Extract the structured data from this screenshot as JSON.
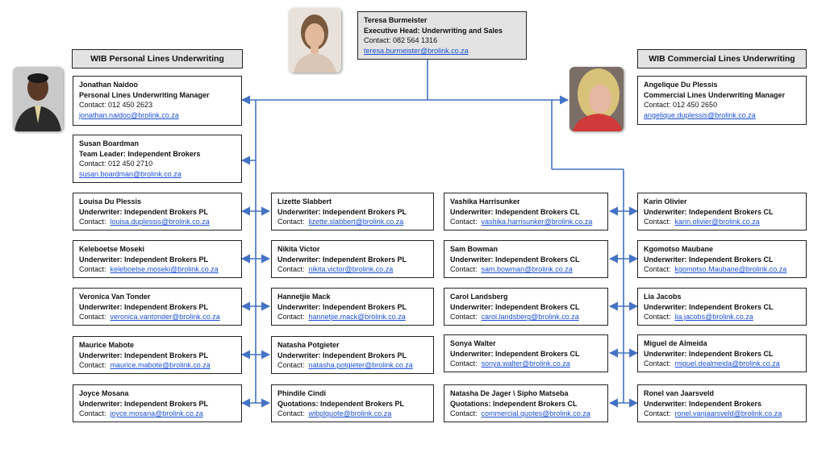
{
  "headers": {
    "personal": "WIB Personal Lines Underwriting",
    "commercial": "WIB Commercial Lines Underwriting"
  },
  "exec": {
    "name": "Teresa Burmeister",
    "title": "Executive Head:  Underwriting and Sales",
    "contact": "Contact:  082 564 1316",
    "email": "teresa.burmeister@brolink.co.za"
  },
  "colors": {
    "accent": "#4472c4",
    "link": "#1a4fd6",
    "header_bg": "#e3e3e3"
  },
  "photos": {
    "exec": "portrait-woman-icon",
    "personal_manager": "portrait-man-icon",
    "commercial_manager": "portrait-woman-blonde-icon"
  },
  "personal_managers": [
    {
      "name": "Jonathan Naidoo",
      "role": "Personal Lines Underwriting Manager",
      "contact": "Contact:  012 450 2623",
      "email": "jonathan.naidoo@brolink.co.za"
    },
    {
      "name": "Susan Boardman",
      "role": "Team Leader: Independent Brokers",
      "contact": "Contact:  012 450 2710",
      "email": "susan.boardman@brolink.co.za"
    }
  ],
  "commercial_manager": {
    "name": "Angelique Du Plessis",
    "role": "Commercial Lines Underwriting Manager",
    "contact": "Contact:  012 450 2650",
    "email": "angelique.duplessis@brolink.co.za"
  },
  "personal_col1": [
    {
      "name": "Louisa Du Plessis",
      "role": "Underwriter: Independent Brokers PL",
      "contact_label": "Contact:",
      "email": "louisa.duplessis@brolink.co.za"
    },
    {
      "name": "Keleboetse Moseki",
      "role": "Underwriter: Independent Brokers PL",
      "contact_label": "Contact:",
      "email": "keleboetse.moseki@brolink.co.za"
    },
    {
      "name": "Veronica Van Tonder",
      "role": "Underwriter: Independent Brokers PL",
      "contact_label": "Contact:",
      "email": "veronica.vantonder@brolink.co.za"
    },
    {
      "name": "Maurice Mabote",
      "role": "Underwriter: Independent Brokers PL",
      "contact_label": "Contact:",
      "email": "maurice.mabote@brolink.co.za"
    },
    {
      "name": "Joyce Mosana",
      "role": "Underwriter: Independent Brokers PL",
      "contact_label": "Contact:",
      "email": "joyce.mosana@brolink.co.za"
    }
  ],
  "personal_col2": [
    {
      "name": "Lizette Slabbert",
      "role": "Underwriter: Independent Brokers PL",
      "contact_label": "Contact:",
      "email": "lizette.slabbert@brolink.co.za"
    },
    {
      "name": "Nikita Victor",
      "role": "Underwriter: Independent Brokers PL",
      "contact_label": "Contact:",
      "email": "nikita.victor@brolink.co.za"
    },
    {
      "name": "Hannetjie Mack",
      "role": "Underwriter: Independent Brokers PL",
      "contact_label": "Contact:",
      "email": "hannetjie.mack@brolink.co.za"
    },
    {
      "name": "Natasha Potgieter",
      "role": "Underwriter: Independent Brokers PL",
      "contact_label": "Contact:",
      "email": "natasha.potgieter@brolink.co.za"
    },
    {
      "name": "Phindile Cindi",
      "role": "Quotations: Independent Brokers PL",
      "contact_label": "Contact:",
      "email": "wibplquote@brolink.co.za"
    }
  ],
  "commercial_col1": [
    {
      "name": "Vashika Harrisunker",
      "role": "Underwriter: Independent Brokers CL",
      "contact_label": "Contact:",
      "email": "vashika.harrisunker@brolink.co.za"
    },
    {
      "name": "Sam Bowman",
      "role": "Underwriter: Independent Brokers CL",
      "contact_label": "Contact:",
      "email": "sam.bowman@brolink.co.za"
    },
    {
      "name": "Carol Landsberg",
      "role": "Underwriter: Independent Brokers CL",
      "contact_label": "Contact:",
      "email": "carol.landsberg@brolink.co.za"
    },
    {
      "name": "Sonya Walter",
      "role": "Underwriter: Independent Brokers CL",
      "contact_label": "Contact:",
      "email": "sonya.walter@brolink.co.za"
    },
    {
      "name": "Natasha De Jager \\ Sipho Matseba",
      "role": "Quotations: Independent Brokers CL",
      "contact_label": "Contact:",
      "email": "commercial.quotes@brolink.co.za"
    }
  ],
  "commercial_col2": [
    {
      "name": "Karin Olivier",
      "role": "Underwriter: Independent Brokers CL",
      "contact_label": "Contact:",
      "email": "karin.olivier@brolink.co.za"
    },
    {
      "name": "Kgomotso Maubane",
      "role": "Underwriter: Independent Brokers CL",
      "contact_label": "Contact:",
      "email": "kgomotso.Maubane@brolink.co.za"
    },
    {
      "name": "Lia Jacobs",
      "role": "Underwriter: Independent Brokers CL",
      "contact_label": "Contact:",
      "email": "lia.jacobs@brolink.co.za"
    },
    {
      "name": "Miguel de Almeida",
      "role": "Underwriter: Independent Brokers CL",
      "contact_label": "Contact:",
      "email": "miguel.dealmeida@brolink.co.za"
    },
    {
      "name": "Ronel van Jaarsveld",
      "role": "Underwriter: Independent Brokers",
      "contact_label": "Contact:",
      "email": "ronel.vanjaarsveld@brolink.co.za"
    }
  ]
}
